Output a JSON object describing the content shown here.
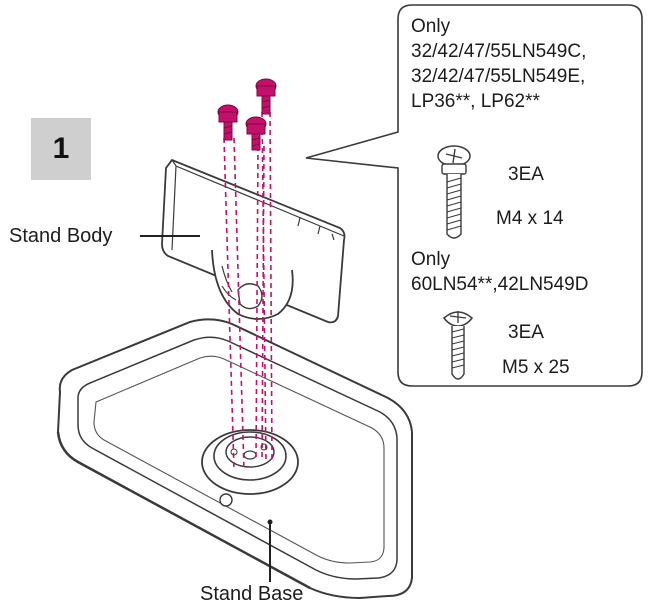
{
  "step": {
    "number": "1"
  },
  "labels": {
    "stand_body": "Stand Body",
    "stand_base": "Stand Base"
  },
  "callout": {
    "group1": {
      "heading": "Only",
      "models": [
        "32/42/47/55LN549C,",
        "32/42/47/55LN549E,",
        "LP36**, LP62**"
      ],
      "quantity": "3EA",
      "size": "M4 x 14",
      "icon": "screw-icon"
    },
    "group2": {
      "heading": "Only",
      "models": [
        "60LN54**,42LN549D"
      ],
      "quantity": "3EA",
      "size": "M5 x 25",
      "icon": "screw-icon"
    }
  },
  "colors": {
    "screw_magenta": "#c4106a",
    "outline": "#3a3a3a",
    "step_box": "#cfcfcf"
  }
}
